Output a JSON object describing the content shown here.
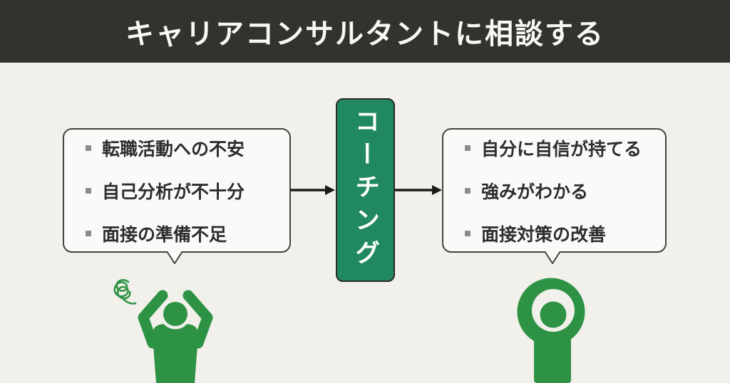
{
  "header": {
    "title": "キャリアコンサルタントに相談する"
  },
  "problem_bubble": {
    "items": [
      "転職活動への不安",
      "自己分析が不十分",
      "面接の準備不足"
    ]
  },
  "coaching_box": {
    "label": "コーチング"
  },
  "benefit_bubble": {
    "items": [
      "自分に自信が持てる",
      "強みがわかる",
      "面接対策の改善"
    ]
  },
  "figures": {
    "left": "worried person holding head with confusion scribble",
    "right": "person making OK circle pose with arms"
  },
  "colors": {
    "background": "#F1F0EB",
    "header_bg": "#33322E",
    "header_text": "#F8F8F6",
    "bubble_bg": "#FBFAF8",
    "bubble_border": "#45433E",
    "coaching_box_green": "#21895F",
    "figure_green": "#2E9245",
    "body_text": "#2E2D2B",
    "bullet_gray": "#8C8C8C",
    "arrow_black": "#1B1B1B"
  }
}
